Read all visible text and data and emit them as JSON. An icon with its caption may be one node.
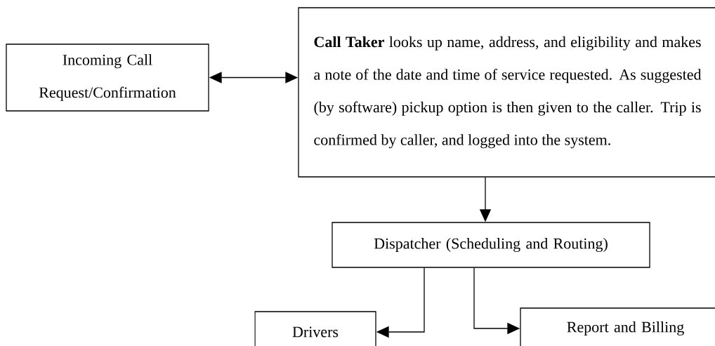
{
  "diagram": {
    "nodes": [
      {
        "text": [
          "Incoming Call Request/Confirmation"
        ]
      },
      {
        "text": [
          "**Call Taker** looks up name, address, and eligibility and makes a note of the date and time of service requested.  As suggested (by software) pickup option is then given to the caller.  Trip is confirmed by caller, and logged into the system."
        ]
      },
      {
        "text": [
          "Dispatcher (Scheduling and Routing)"
        ]
      },
      {
        "text": [
          "Drivers"
        ]
      },
      {
        "text": [
          "Report and Billing"
        ]
      }
    ],
    "edges": [
      {
        "from": 0,
        "to": 1,
        "arrow": "both"
      },
      {
        "from": 1,
        "to": 2,
        "arrow": "to"
      },
      {
        "from": 2,
        "to": 3,
        "arrow": "to"
      },
      {
        "from": 2,
        "to": 4,
        "arrow": "to"
      }
    ]
  }
}
